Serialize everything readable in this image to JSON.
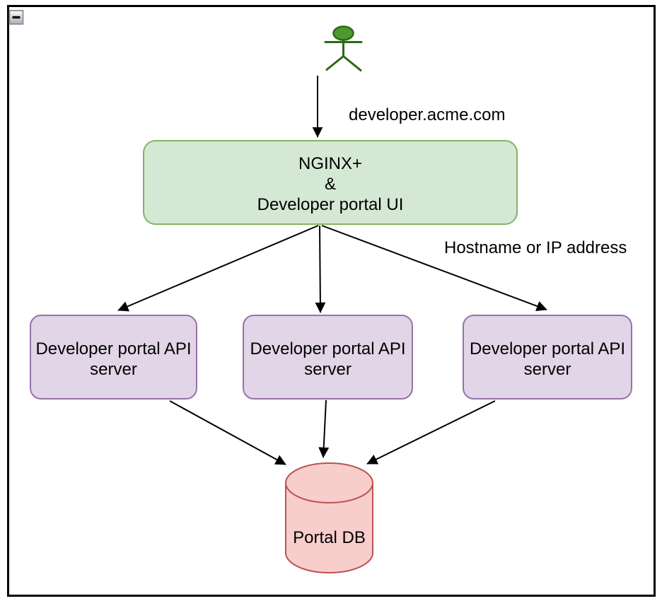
{
  "window": {
    "collapse_button": {
      "icon": "minus-icon"
    }
  },
  "colors": {
    "frame_border": "#000000",
    "canvas_bg": "#ffffff",
    "actor_fill": "#4a9a2d",
    "actor_stroke": "#2d6a14",
    "nginx_fill": "#d5e8d4",
    "nginx_stroke": "#82b366",
    "api_fill": "#e1d5e7",
    "api_stroke": "#9673a6",
    "db_fill": "#f8cecc",
    "db_stroke": "#b85450",
    "arrow": "#000000",
    "text": "#000000"
  },
  "diagram": {
    "actor": {
      "name": "User"
    },
    "edge_labels": {
      "domain": "developer.acme.com",
      "hostname": "Hostname or IP address"
    },
    "nginx": {
      "line1": "NGINX+",
      "line2": "&",
      "line3": "Developer portal UI"
    },
    "api_servers": [
      {
        "line1": "Developer portal API",
        "line2": "server"
      },
      {
        "line1": "Developer portal API",
        "line2": "server"
      },
      {
        "line1": "Developer portal API",
        "line2": "server"
      }
    ],
    "db": {
      "label": "Portal DB"
    }
  }
}
